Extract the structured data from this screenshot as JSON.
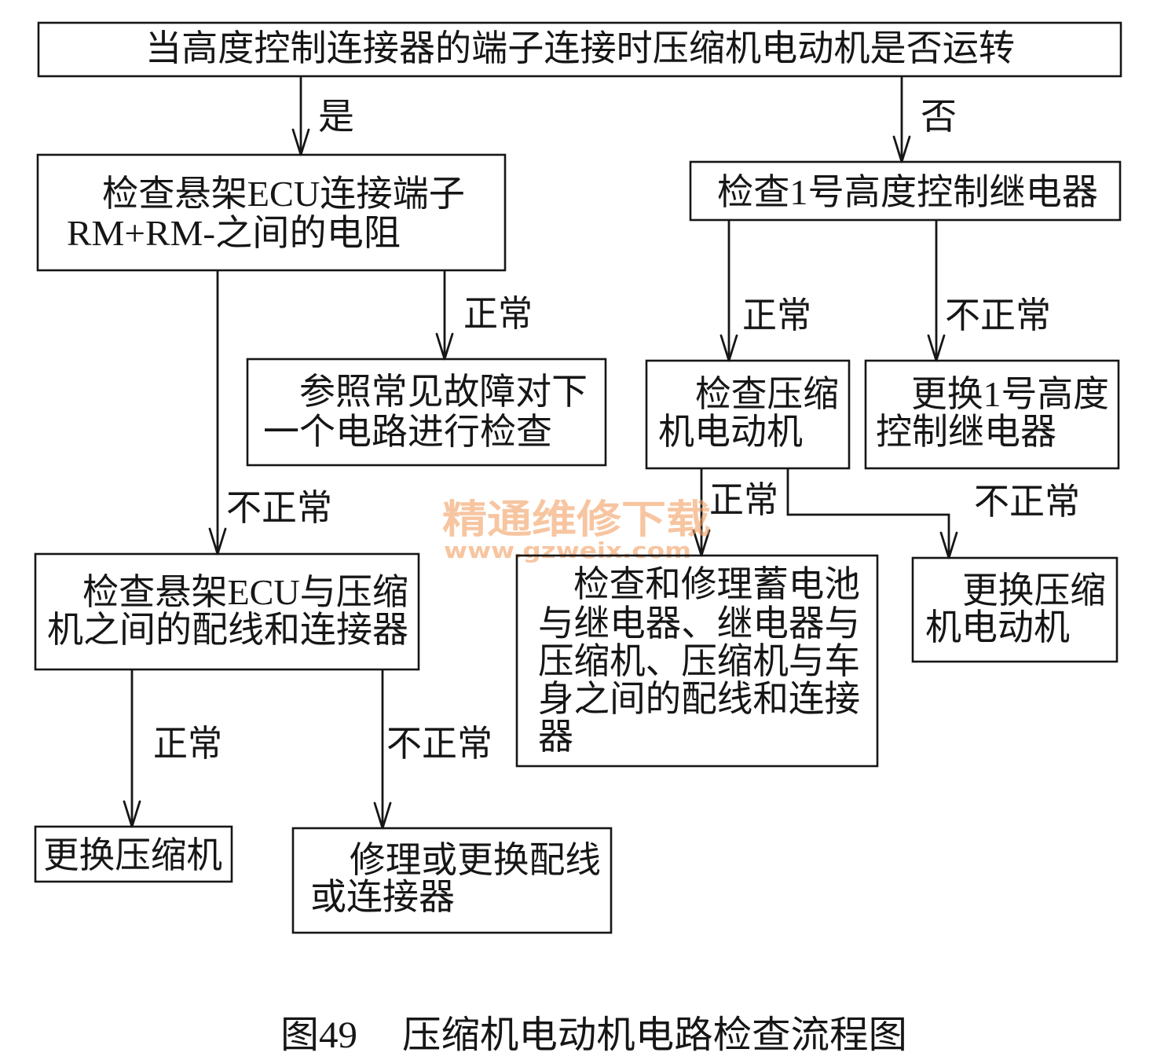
{
  "colors": {
    "ink": "#161616",
    "paper": "#ffffff",
    "watermark": "#f3a062"
  },
  "flowchart": {
    "question": "当高度控制连接器的端子连接时压缩机电动机是否运转",
    "yes": {
      "label": "是",
      "step": [
        "检查悬架ECU连接端子",
        "RM+RM-之间的电阻"
      ],
      "normal": {
        "label": "正常",
        "step": [
          "参照常见故障对下",
          "一个电路进行检查"
        ]
      },
      "abnormal": {
        "label": "不正常",
        "step": [
          "检查悬架ECU与压缩",
          "机之间的配线和连接器"
        ],
        "normal": {
          "label": "正常",
          "step": [
            "更换压缩机"
          ]
        },
        "abnormal": {
          "label": "不正常",
          "step": [
            "修理或更换配线",
            "或连接器"
          ]
        }
      }
    },
    "no": {
      "label": "否",
      "step": [
        "检查1号高度控制继电器"
      ],
      "normal": {
        "label": "正常",
        "step": [
          "检查压缩",
          "机电动机"
        ],
        "normal": {
          "label": "正常",
          "step": [
            "检查和修理蓄电池",
            "与继电器、继电器与",
            "压缩机、压缩机与车",
            "身之间的配线和连接",
            "器"
          ]
        },
        "abnormal": {
          "label": "不正常",
          "step": [
            "更换压缩",
            "机电动机"
          ]
        }
      },
      "abnormal": {
        "label": "不正常",
        "step": [
          "更换1号高度",
          "控制继电器"
        ]
      }
    }
  },
  "watermark": {
    "brand": "精通维修下载",
    "site": "www.gzweix.com"
  },
  "caption": {
    "figure_no": "图49",
    "title": "压缩机电动机电路检查流程图"
  }
}
